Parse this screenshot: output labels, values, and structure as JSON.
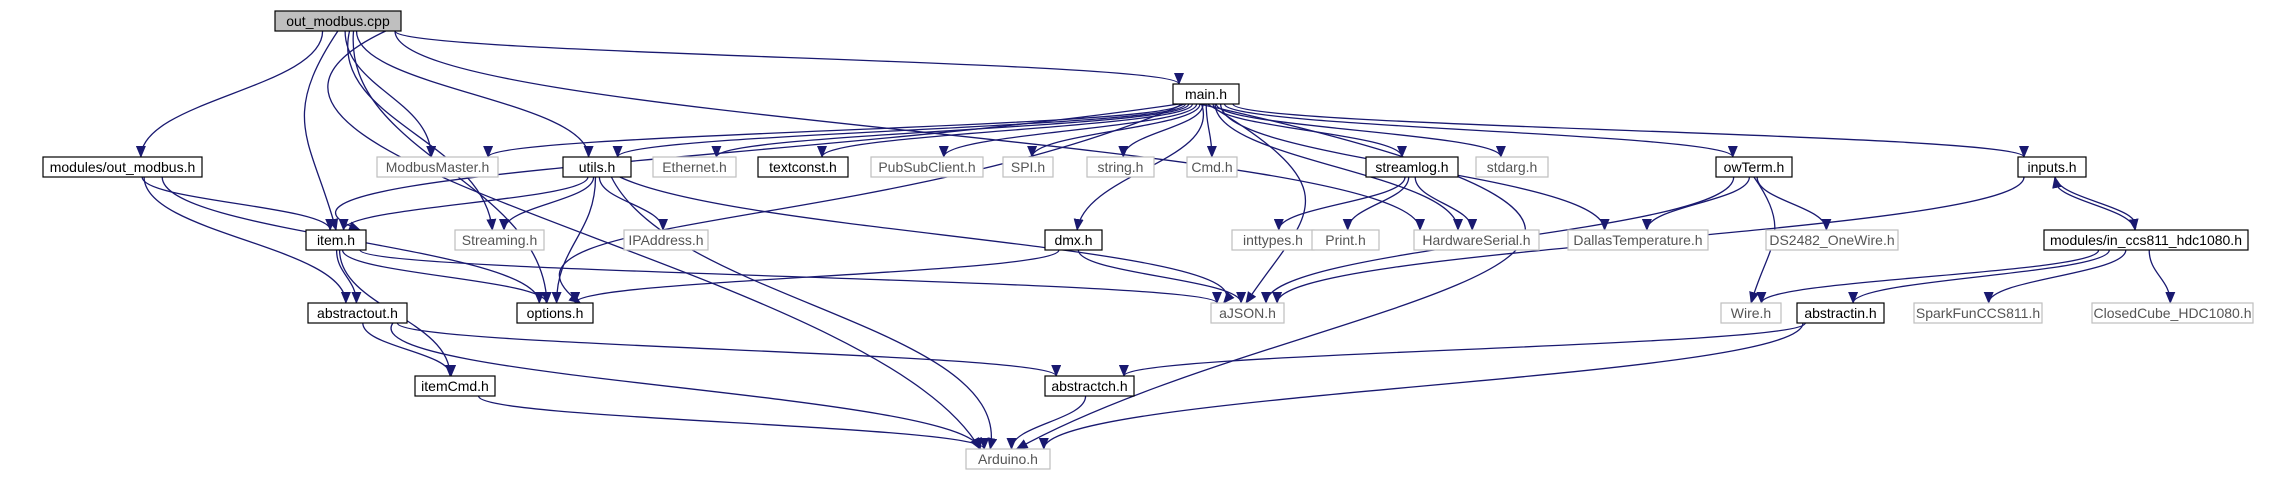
{
  "diagram": {
    "colors": {
      "edge": "#191970",
      "node_text": "#000000",
      "node_text_missing": "#555555",
      "border_documented": "#000000",
      "border_missing": "#bfbfbf",
      "fill_default": "#ffffff",
      "fill_root": "#bfbfbf"
    },
    "nodes": [
      {
        "id": "out_modbus_cpp",
        "label": "out_modbus.cpp",
        "style": "root"
      },
      {
        "id": "modules_out_modbus_h",
        "label": "modules/out_modbus.h",
        "style": "normal"
      },
      {
        "id": "modbusmaster_h",
        "label": "ModbusMaster.h",
        "style": "missing"
      },
      {
        "id": "main_h",
        "label": "main.h",
        "style": "normal"
      },
      {
        "id": "utils_h",
        "label": "utils.h",
        "style": "normal"
      },
      {
        "id": "ethernet_h",
        "label": "Ethernet.h",
        "style": "missing"
      },
      {
        "id": "textconst_h",
        "label": "textconst.h",
        "style": "normal"
      },
      {
        "id": "pubsubclient_h",
        "label": "PubSubClient.h",
        "style": "missing"
      },
      {
        "id": "spi_h",
        "label": "SPI.h",
        "style": "missing"
      },
      {
        "id": "string_h",
        "label": "string.h",
        "style": "missing"
      },
      {
        "id": "cmd_h",
        "label": "Cmd.h",
        "style": "missing"
      },
      {
        "id": "streamlog_h",
        "label": "streamlog.h",
        "style": "normal"
      },
      {
        "id": "stdarg_h",
        "label": "stdarg.h",
        "style": "missing"
      },
      {
        "id": "owterm_h",
        "label": "owTerm.h",
        "style": "normal"
      },
      {
        "id": "inputs_h",
        "label": "inputs.h",
        "style": "normal"
      },
      {
        "id": "item_h",
        "label": "item.h",
        "style": "normal"
      },
      {
        "id": "streaming_h",
        "label": "Streaming.h",
        "style": "missing"
      },
      {
        "id": "ipaddress_h",
        "label": "IPAddress.h",
        "style": "missing"
      },
      {
        "id": "dmx_h",
        "label": "dmx.h",
        "style": "normal"
      },
      {
        "id": "inttypes_h",
        "label": "inttypes.h",
        "style": "missing"
      },
      {
        "id": "print_h",
        "label": "Print.h",
        "style": "missing"
      },
      {
        "id": "hardwareserial_h",
        "label": "HardwareSerial.h",
        "style": "missing"
      },
      {
        "id": "dallastemperature_h",
        "label": "DallasTemperature.h",
        "style": "missing"
      },
      {
        "id": "ds2482_onewire_h",
        "label": "DS2482_OneWire.h",
        "style": "missing"
      },
      {
        "id": "in_ccs811_hdc1080_h",
        "label": "modules/in_ccs811_hdc1080.h",
        "style": "normal"
      },
      {
        "id": "abstractout_h",
        "label": "abstractout.h",
        "style": "normal"
      },
      {
        "id": "options_h",
        "label": "options.h",
        "style": "normal"
      },
      {
        "id": "ajson_h",
        "label": "aJSON.h",
        "style": "missing"
      },
      {
        "id": "wire_h",
        "label": "Wire.h",
        "style": "missing"
      },
      {
        "id": "abstractin_h",
        "label": "abstractin.h",
        "style": "normal"
      },
      {
        "id": "sparkfunccs811_h",
        "label": "SparkFunCCS811.h",
        "style": "missing"
      },
      {
        "id": "closedcube_hdc1080_h",
        "label": "ClosedCube_HDC1080.h",
        "style": "missing"
      },
      {
        "id": "itemcmd_h",
        "label": "itemCmd.h",
        "style": "normal"
      },
      {
        "id": "abstractch_h",
        "label": "abstractch.h",
        "style": "normal"
      },
      {
        "id": "arduino_h",
        "label": "Arduino.h",
        "style": "missing"
      }
    ],
    "edges": [
      [
        "out_modbus_cpp",
        "modules_out_modbus_h"
      ],
      [
        "out_modbus_cpp",
        "modbusmaster_h"
      ],
      [
        "out_modbus_cpp",
        "main_h"
      ],
      [
        "out_modbus_cpp",
        "utils_h"
      ],
      [
        "out_modbus_cpp",
        "item_h"
      ],
      [
        "out_modbus_cpp",
        "streaming_h"
      ],
      [
        "out_modbus_cpp",
        "options_h"
      ],
      [
        "out_modbus_cpp",
        "hardwareserial_h"
      ],
      [
        "out_modbus_cpp",
        "arduino_h"
      ],
      [
        "modules_out_modbus_h",
        "item_h"
      ],
      [
        "modules_out_modbus_h",
        "options_h"
      ],
      [
        "modules_out_modbus_h",
        "abstractout_h"
      ],
      [
        "main_h",
        "modbusmaster_h"
      ],
      [
        "main_h",
        "item_h"
      ],
      [
        "main_h",
        "utils_h"
      ],
      [
        "main_h",
        "ethernet_h"
      ],
      [
        "main_h",
        "textconst_h"
      ],
      [
        "main_h",
        "pubsubclient_h"
      ],
      [
        "main_h",
        "spi_h"
      ],
      [
        "main_h",
        "string_h"
      ],
      [
        "main_h",
        "cmd_h"
      ],
      [
        "main_h",
        "streamlog_h"
      ],
      [
        "main_h",
        "stdarg_h"
      ],
      [
        "main_h",
        "owterm_h"
      ],
      [
        "main_h",
        "inputs_h"
      ],
      [
        "main_h",
        "dmx_h"
      ],
      [
        "main_h",
        "options_h"
      ],
      [
        "main_h",
        "hardwareserial_h"
      ],
      [
        "main_h",
        "dallastemperature_h"
      ],
      [
        "main_h",
        "ajson_h"
      ],
      [
        "main_h",
        "arduino_h"
      ],
      [
        "utils_h",
        "item_h"
      ],
      [
        "utils_h",
        "streaming_h"
      ],
      [
        "utils_h",
        "ipaddress_h"
      ],
      [
        "utils_h",
        "options_h"
      ],
      [
        "utils_h",
        "ajson_h"
      ],
      [
        "utils_h",
        "arduino_h"
      ],
      [
        "streamlog_h",
        "inttypes_h"
      ],
      [
        "streamlog_h",
        "print_h"
      ],
      [
        "streamlog_h",
        "hardwareserial_h"
      ],
      [
        "owterm_h",
        "dallastemperature_h"
      ],
      [
        "owterm_h",
        "ds2482_onewire_h"
      ],
      [
        "owterm_h",
        "ajson_h"
      ],
      [
        "owterm_h",
        "wire_h"
      ],
      [
        "inputs_h",
        "in_ccs811_hdc1080_h"
      ],
      [
        "inputs_h",
        "ajson_h"
      ],
      [
        "in_ccs811_hdc1080_h",
        "inputs_h"
      ],
      [
        "in_ccs811_hdc1080_h",
        "wire_h"
      ],
      [
        "in_ccs811_hdc1080_h",
        "abstractin_h"
      ],
      [
        "in_ccs811_hdc1080_h",
        "sparkfunccs811_h"
      ],
      [
        "in_ccs811_hdc1080_h",
        "closedcube_hdc1080_h"
      ],
      [
        "item_h",
        "abstractout_h"
      ],
      [
        "item_h",
        "itemcmd_h"
      ],
      [
        "item_h",
        "options_h"
      ],
      [
        "item_h",
        "ajson_h"
      ],
      [
        "dmx_h",
        "options_h"
      ],
      [
        "dmx_h",
        "ajson_h"
      ],
      [
        "abstractout_h",
        "itemcmd_h"
      ],
      [
        "abstractout_h",
        "abstractch_h"
      ],
      [
        "abstractout_h",
        "arduino_h"
      ],
      [
        "itemcmd_h",
        "arduino_h"
      ],
      [
        "abstractin_h",
        "abstractch_h"
      ],
      [
        "abstractin_h",
        "arduino_h"
      ],
      [
        "abstractch_h",
        "arduino_h"
      ]
    ]
  }
}
